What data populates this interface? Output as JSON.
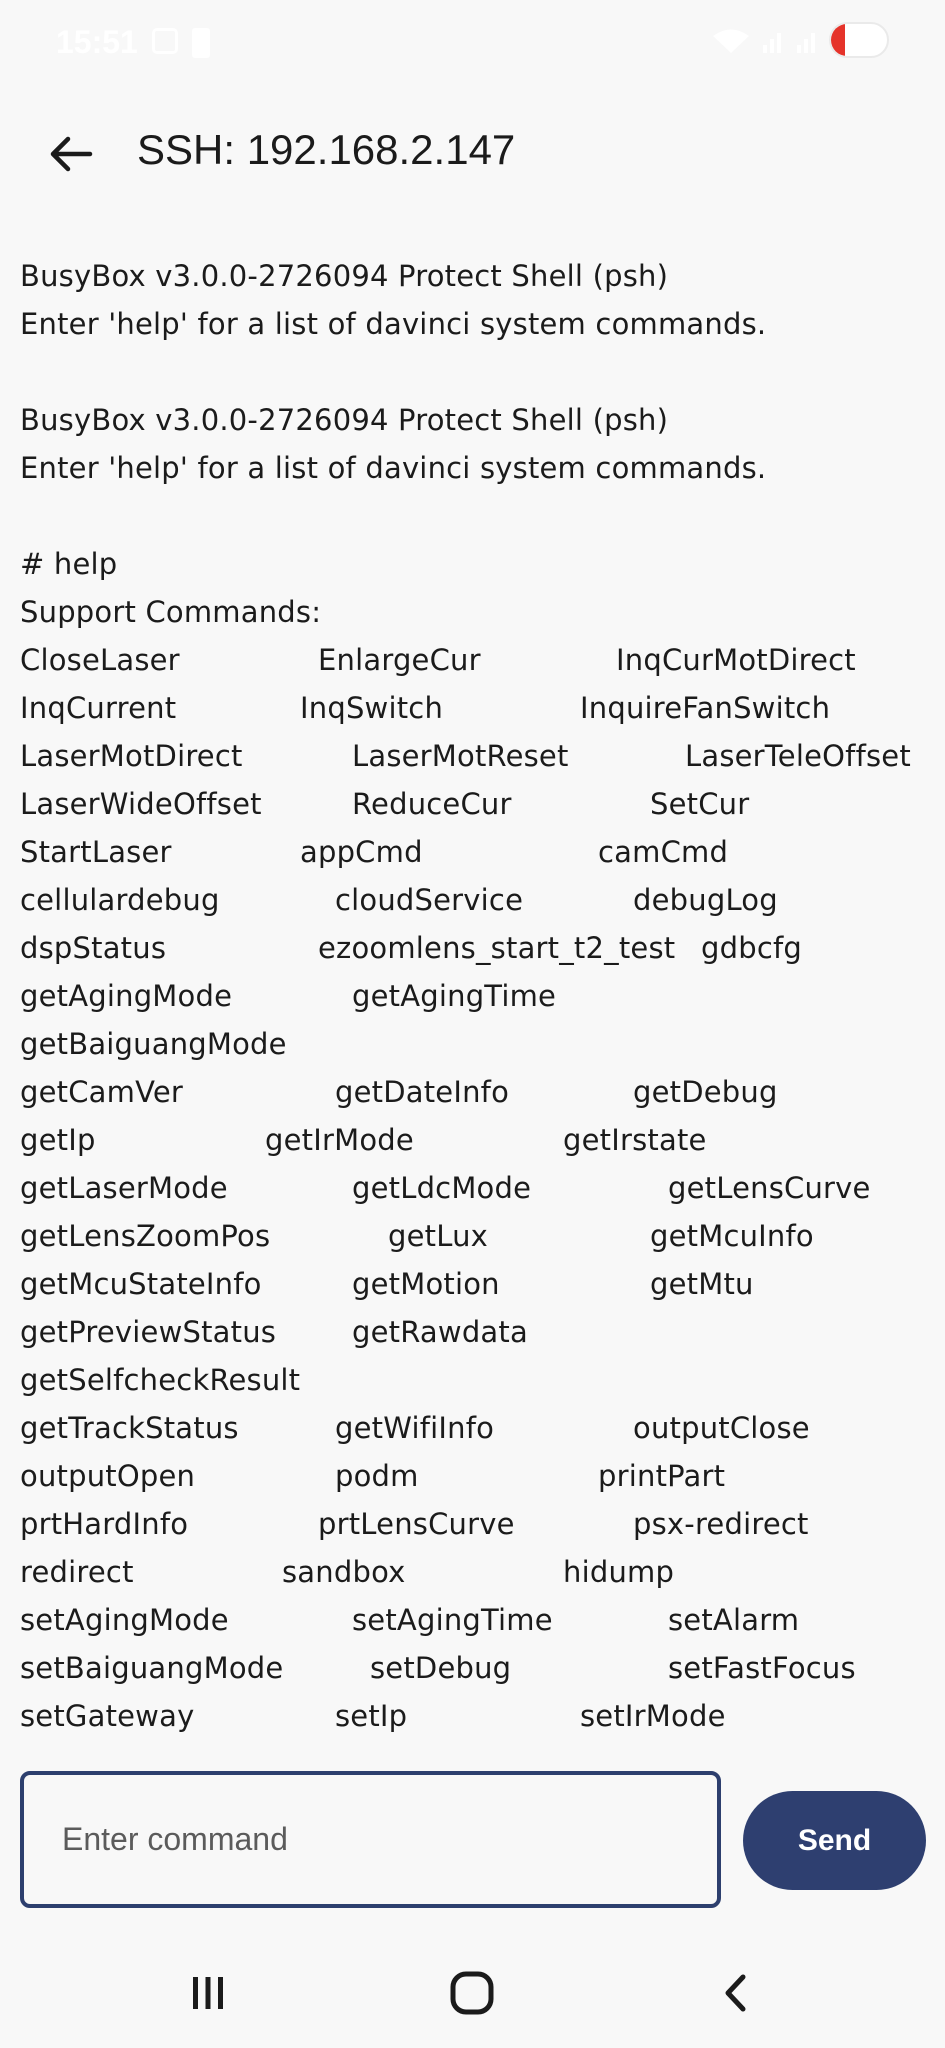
{
  "status_bar": {
    "time": "15:51",
    "battery_level": "11"
  },
  "app_bar": {
    "title": "SSH: 192.168.2.147",
    "back_icon": "arrow-back-icon"
  },
  "terminal": {
    "header_lines": [
      "BusyBox v3.0.0-2726094 Protect Shell (psh)",
      "Enter 'help' for a list of davinci system commands.",
      "",
      "BusyBox v3.0.0-2726094 Protect Shell (psh)",
      "Enter 'help' for a list of davinci system commands.",
      "",
      "# help",
      "Support Commands:"
    ],
    "command_rows": [
      [
        "CloseLaser",
        "EnlargeCur",
        "InqCurMotDirect"
      ],
      [
        "InqCurrent",
        "InqSwitch",
        "InquireFanSwitch"
      ],
      [
        "LaserMotDirect",
        "LaserMotReset",
        "LaserTeleOffset"
      ],
      [
        "LaserWideOffset",
        "ReduceCur",
        "SetCur"
      ],
      [
        "StartLaser",
        "appCmd",
        "camCmd"
      ],
      [
        "cellulardebug",
        "cloudService",
        "debugLog"
      ],
      [
        "dspStatus",
        "ezoomlens_start_t2_test",
        "gdbcfg"
      ],
      [
        "getAgingMode",
        "getAgingTime"
      ],
      [
        "getBaiguangMode"
      ],
      [
        "getCamVer",
        "getDateInfo",
        "getDebug"
      ],
      [
        "getIp",
        "getIrMode",
        "getIrstate"
      ],
      [
        "getLaserMode",
        "getLdcMode",
        "getLensCurve"
      ],
      [
        "getLensZoomPos",
        "getLux",
        "getMcuInfo"
      ],
      [
        "getMcuStateInfo",
        "getMotion",
        "getMtu"
      ],
      [
        "getPreviewStatus",
        "getRawdata"
      ],
      [
        "getSelfcheckResult"
      ],
      [
        "getTrackStatus",
        "getWifiInfo",
        "outputClose"
      ],
      [
        "outputOpen",
        "podm",
        "printPart"
      ],
      [
        "prtHardInfo",
        "prtLensCurve",
        "psx-redirect"
      ],
      [
        "redirect",
        "sandbox",
        "hidump"
      ],
      [
        "setAgingMode",
        "setAgingTime",
        "setAlarm"
      ],
      [
        "setBaiguangMode",
        "setDebug",
        "setFastFocus"
      ],
      [
        "setGateway",
        "setIp",
        "setIrMode"
      ]
    ]
  },
  "input": {
    "placeholder": "Enter command",
    "value": ""
  },
  "send_button": {
    "label": "Send",
    "color": "#2e3f70"
  },
  "nav_bar": {
    "recents_icon": "recents-icon",
    "home_icon": "home-icon",
    "back_icon": "nav-back-icon"
  }
}
